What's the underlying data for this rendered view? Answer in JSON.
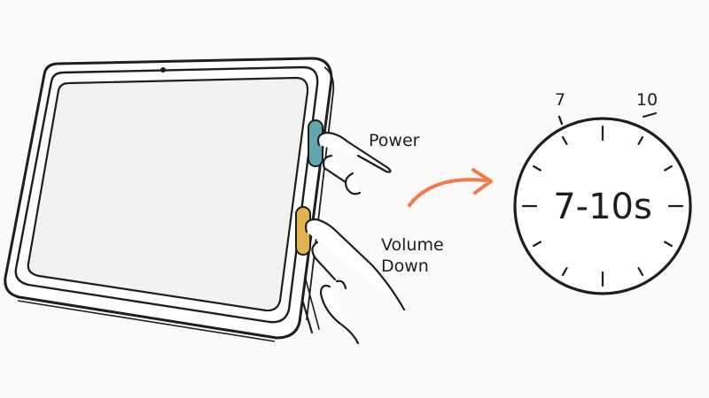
{
  "labels": {
    "power": "Power",
    "volume_line1": "Volume",
    "volume_line2": "Down"
  },
  "timer": {
    "text": "7-10s",
    "mark_start": "7",
    "mark_end": "10"
  },
  "colors": {
    "background": "#fcfaf8",
    "outline": "#1e1e1e",
    "screen": "#f1f2f1",
    "power_button": "#5fa6ae",
    "volume_button": "#e3b24f",
    "arrow": "#f47a4e"
  },
  "icons": {
    "tablet": "tablet-icon",
    "finger_power": "finger-press-icon",
    "finger_volume": "finger-press-icon",
    "arrow": "curved-arrow-icon",
    "timer": "stopwatch-icon"
  }
}
